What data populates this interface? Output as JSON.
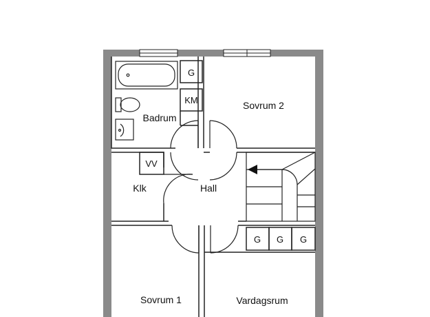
{
  "floorplan": {
    "colors": {
      "wall": "#8a8a8a",
      "line": "#222222",
      "background": "#ffffff"
    },
    "rooms": {
      "badrum": "Badrum",
      "sovrum2": "Sovrum 2",
      "hall": "Hall",
      "klk": "Klk",
      "sovrum1": "Sovrum 1",
      "vardagsrum": "Vardagsrum"
    },
    "fixtures": {
      "g_top": "G",
      "km": "KM",
      "vv": "VV",
      "g1": "G",
      "g2": "G",
      "g3": "G"
    },
    "icons": [
      "bathtub-icon",
      "toilet-icon",
      "sink-icon",
      "stairs-icon",
      "arrow-left-icon"
    ]
  }
}
